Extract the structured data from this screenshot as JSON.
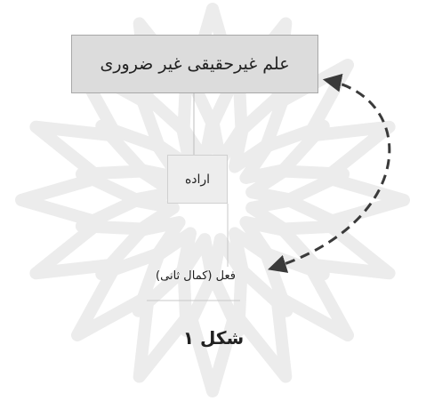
{
  "diagram": {
    "top_box_text": "علم غیرحقیقی غیر ضروری",
    "middle_box_text": "اراده",
    "bottom_label": "فعل (کمال ثانی)",
    "caption": "شکل ۱"
  },
  "colors": {
    "top_box_fill": "#dcdcdc",
    "middle_box_fill": "#ededed",
    "arrow": "#3a3a3a",
    "connector_line": "#bdbdbd",
    "watermark": "#ececec"
  }
}
